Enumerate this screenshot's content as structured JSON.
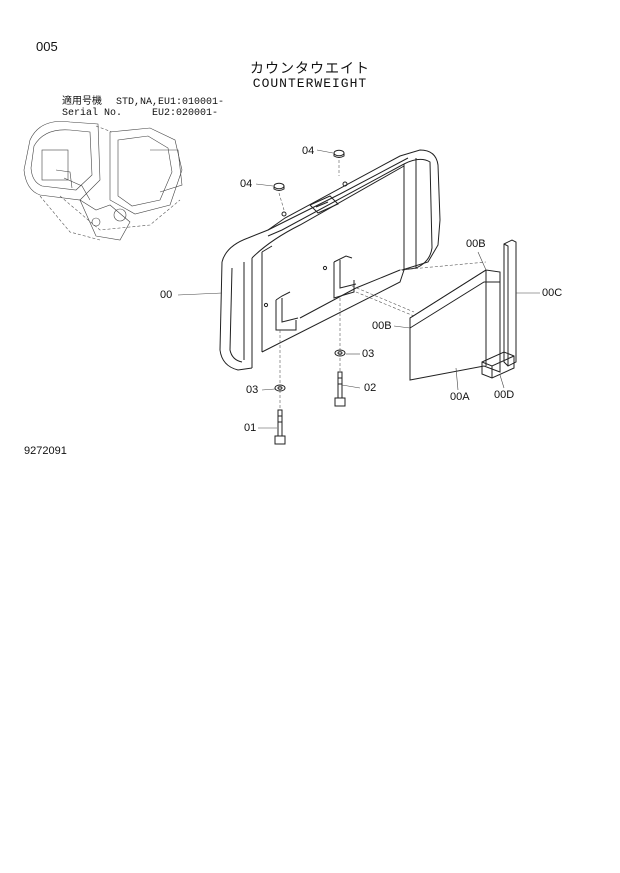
{
  "page_number": "005",
  "title_jp": "カウンタウエイト",
  "title_en": "COUNTERWEIGHT",
  "serial": {
    "label_jp": "適用号機",
    "label_en": "Serial No.",
    "std_line": "STD,NA,EU1:010001-",
    "eu2_line": "EU2:020001-"
  },
  "callouts": {
    "c00": "00",
    "c00A": "00A",
    "c00B_top": "00B",
    "c00B_left": "00B",
    "c00C": "00C",
    "c00D": "00D",
    "c01": "01",
    "c02": "02",
    "c03_left": "03",
    "c03_right": "03",
    "c04_top": "04",
    "c04_left": "04"
  },
  "drawing_number": "9272091"
}
